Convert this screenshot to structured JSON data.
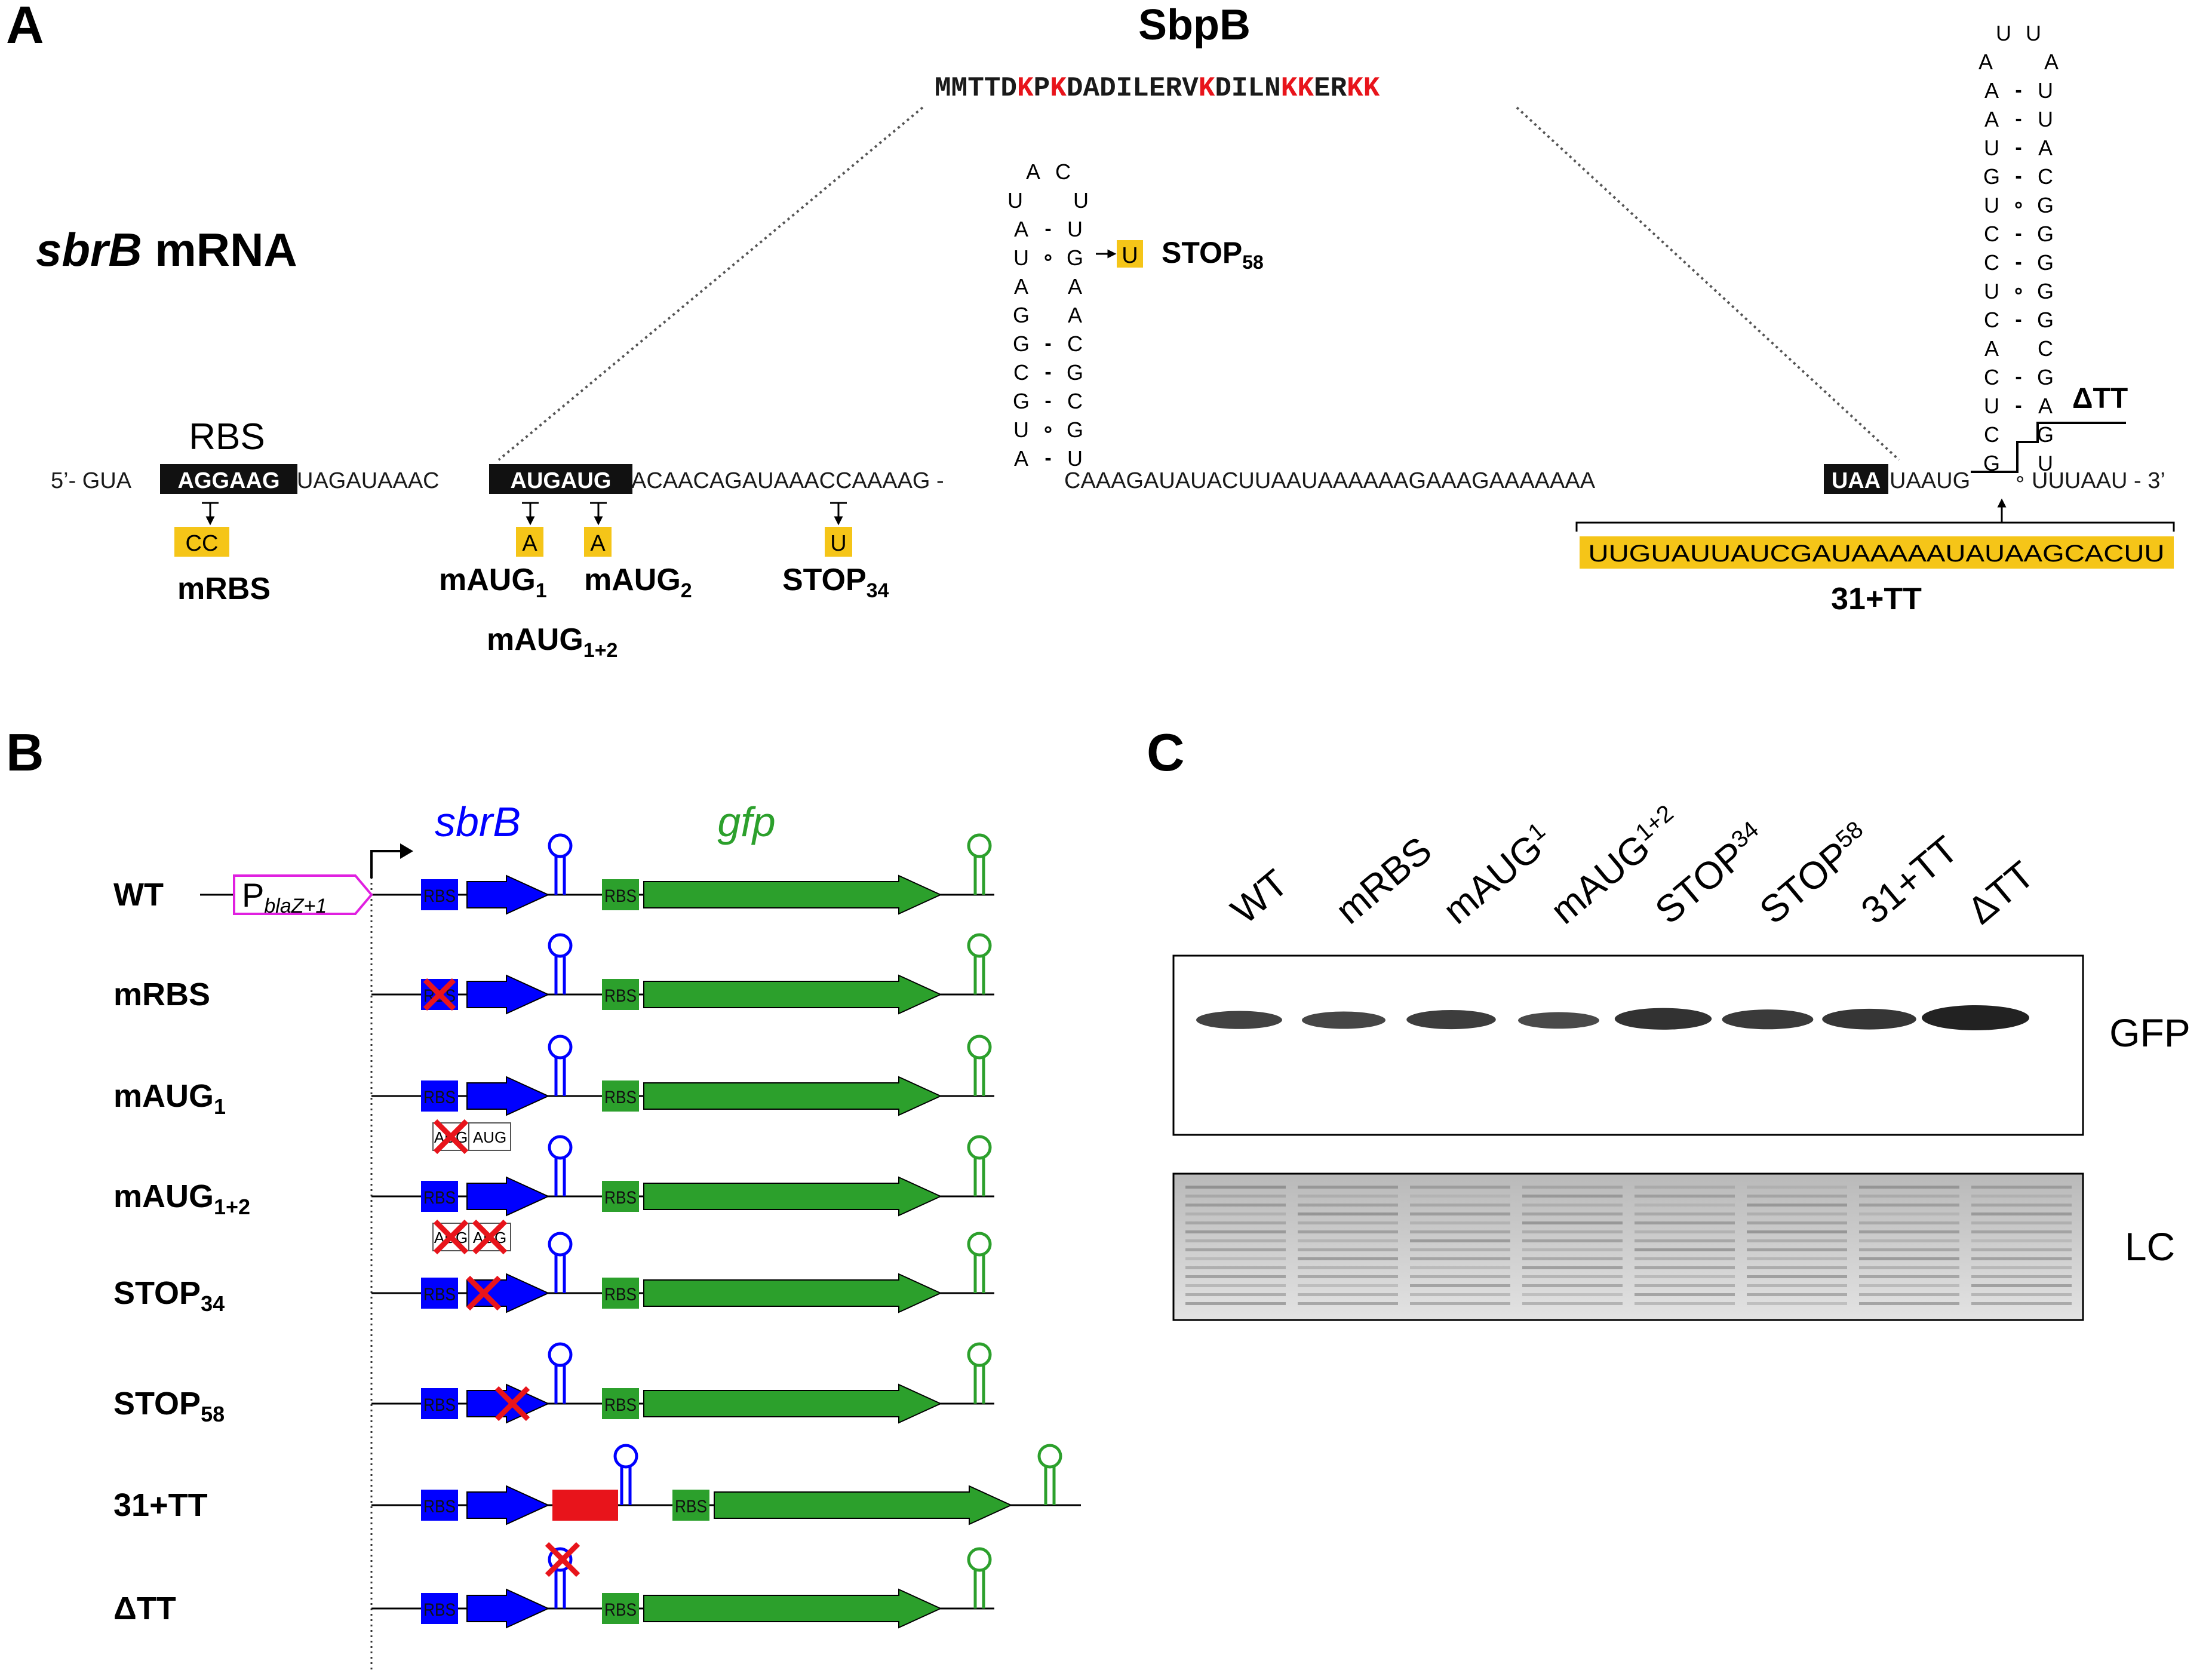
{
  "panels": {
    "a": "A",
    "b": "B",
    "c": "C"
  },
  "panel_a": {
    "protein_name": "SbpB",
    "protein_sequence": [
      {
        "t": "MMTTD",
        "red": false
      },
      {
        "t": "K",
        "red": true
      },
      {
        "t": "P",
        "red": false
      },
      {
        "t": "K",
        "red": true
      },
      {
        "t": "DADILERV",
        "red": false
      },
      {
        "t": "K",
        "red": true
      },
      {
        "t": "DILN",
        "red": false
      },
      {
        "t": "KK",
        "red": true
      },
      {
        "t": "ER",
        "red": false
      },
      {
        "t": "KK",
        "red": true
      }
    ],
    "mrna_label_gene": "sbrB",
    "mrna_label_suffix": " mRNA",
    "rbs_label": "RBS",
    "sequence": [
      {
        "t": "5’- GUA",
        "box": false
      },
      {
        "t": "AGGAAG",
        "box": true
      },
      {
        "t": "UAGAUAAAC",
        "box": false
      },
      {
        "t": "AUGAUG",
        "box": true
      },
      {
        "t": "ACAACAGAUAAACCAAAAG - ",
        "box": false
      },
      {
        "t": "CAAAGAUAUACUUAAUAAAAAAGAAAGAAAAAAA",
        "box": false
      },
      {
        "t": "UAA",
        "box": true
      },
      {
        "t": "UAAUG ",
        "box": false
      },
      {
        "t": "UUUAAU - 3’",
        "box": false
      }
    ],
    "mutations": {
      "mrbs_sub": "CC",
      "mrbs_label": "mRBS",
      "maug1_sub": "A",
      "maug2_sub": "A",
      "maug1_label": "mAUG",
      "maug1_sub_index": "1",
      "maug2_label": "mAUG",
      "maug2_sub_index": "2",
      "maug12_label": "mAUG",
      "maug12_sub_index": "1+2",
      "stop34_sub": "U",
      "stop34_label": "STOP",
      "stop34_index": "34",
      "stop58_sub": "U",
      "stop58_label": "STOP",
      "stop58_index": "58",
      "insert_seq": "UUGUAUUAUCGAUAAAAAUAUAAGCACUU",
      "insert_label": "31+TT",
      "dtt_label": "ΔTT"
    },
    "hairpin1": {
      "loop": [
        "A",
        "C",
        "U",
        "U"
      ],
      "pairs": [
        [
          "A",
          "-",
          "U"
        ],
        [
          "U",
          "∘",
          "G"
        ],
        [
          "A",
          "",
          "A"
        ],
        [
          "G",
          "",
          "A"
        ],
        [
          "G",
          "-",
          "C"
        ],
        [
          "C",
          "-",
          "G"
        ],
        [
          "G",
          "-",
          "C"
        ],
        [
          "U",
          "∘",
          "G"
        ],
        [
          "A",
          "-",
          "U"
        ]
      ]
    },
    "hairpin2": {
      "loop": [
        "U",
        "U",
        "A",
        "A"
      ],
      "pairs": [
        [
          "A",
          "-",
          "U"
        ],
        [
          "A",
          "-",
          "U"
        ],
        [
          "U",
          "-",
          "A"
        ],
        [
          "G",
          "-",
          "C"
        ],
        [
          "U",
          "∘",
          "G"
        ],
        [
          "C",
          "-",
          "G"
        ],
        [
          "C",
          "-",
          "G"
        ],
        [
          "U",
          "∘",
          "G"
        ],
        [
          "C",
          "-",
          "G"
        ],
        [
          "A",
          "",
          "C"
        ],
        [
          "C",
          "-",
          "G"
        ],
        [
          "U",
          "-",
          "A"
        ],
        [
          "C",
          "",
          "G"
        ],
        [
          "G",
          "",
          "U"
        ]
      ]
    }
  },
  "panel_b": {
    "promoter_label": "P",
    "promoter_sub": "blaZ+1",
    "gene1": "sbrB",
    "gene2": "gfp",
    "rbs_tag": "RBS",
    "aug_tag": "AUG",
    "constructs": [
      {
        "label": "WT",
        "sub": ""
      },
      {
        "label": "mRBS",
        "sub": ""
      },
      {
        "label": "mAUG",
        "sub": "1"
      },
      {
        "label": "mAUG",
        "sub": "1+2"
      },
      {
        "label": "STOP",
        "sub": "34"
      },
      {
        "label": "STOP",
        "sub": "58"
      },
      {
        "label": "31+TT",
        "sub": ""
      },
      {
        "label": "ΔTT",
        "sub": ""
      }
    ]
  },
  "panel_c": {
    "lanes": [
      {
        "label": "WT",
        "sub": ""
      },
      {
        "label": "mRBS",
        "sub": ""
      },
      {
        "label": "mAUG",
        "sub": "1"
      },
      {
        "label": "mAUG",
        "sub": "1+2"
      },
      {
        "label": "STOP",
        "sub": "34"
      },
      {
        "label": "STOP",
        "sub": "58"
      },
      {
        "label": "31+TT",
        "sub": ""
      },
      {
        "label": "ΔTT",
        "sub": ""
      }
    ],
    "blot1_label": "GFP",
    "blot2_label": "LC",
    "gfp_band_intensity": [
      0.55,
      0.5,
      0.62,
      0.45,
      0.78,
      0.66,
      0.72,
      1.0
    ]
  },
  "colors": {
    "sbrb_blue": "#0000ff",
    "gfp_green": "#2ca02c",
    "highlight_yellow": "#f5c518",
    "red": "#e8141b",
    "promoter_magenta": "#e020e0"
  }
}
